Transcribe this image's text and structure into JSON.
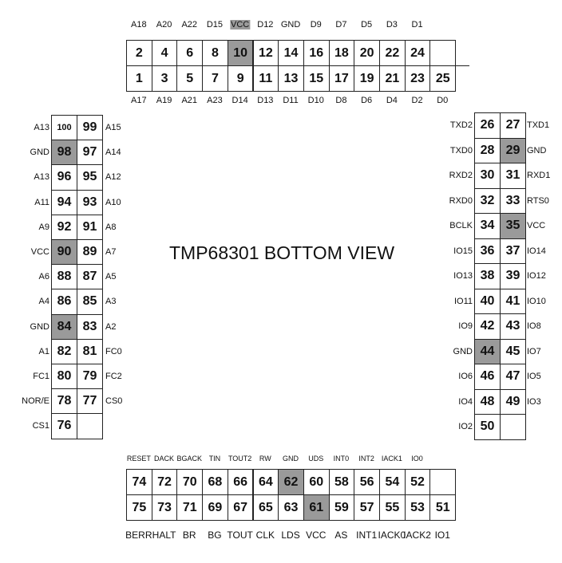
{
  "title": "TMP68301 BOTTOM VIEW",
  "shade_color": "#9a9a9a",
  "top": {
    "labels_top": [
      "A18",
      "A20",
      "A22",
      "D15",
      "VCC",
      "D12",
      "GND",
      "D9",
      "D7",
      "D5",
      "D3",
      "D1"
    ],
    "row1": [
      "2",
      "4",
      "6",
      "8",
      "10",
      "12",
      "14",
      "16",
      "18",
      "20",
      "22",
      "24",
      ""
    ],
    "row2": [
      "1",
      "3",
      "5",
      "7",
      "9",
      "11",
      "13",
      "15",
      "17",
      "19",
      "21",
      "23",
      "25"
    ],
    "labels_bottom": [
      "A17",
      "A19",
      "A21",
      "A23",
      "D14",
      "D13",
      "D11",
      "D10",
      "D8",
      "D6",
      "D4",
      "D2",
      "D0"
    ],
    "shaded_label": "VCC"
  },
  "left": {
    "rows": [
      {
        "l": "A13",
        "a": "100",
        "b": "99",
        "r": "A15"
      },
      {
        "l": "GND",
        "a": "98",
        "b": "97",
        "r": "A14"
      },
      {
        "l": "A13",
        "a": "96",
        "b": "95",
        "r": "A12"
      },
      {
        "l": "A11",
        "a": "94",
        "b": "93",
        "r": "A10"
      },
      {
        "l": "A9",
        "a": "92",
        "b": "91",
        "r": "A8"
      },
      {
        "l": "VCC",
        "a": "90",
        "b": "89",
        "r": "A7"
      },
      {
        "l": "A6",
        "a": "88",
        "b": "87",
        "r": "A5"
      },
      {
        "l": "A4",
        "a": "86",
        "b": "85",
        "r": "A3"
      },
      {
        "l": "GND",
        "a": "84",
        "b": "83",
        "r": "A2"
      },
      {
        "l": "A1",
        "a": "82",
        "b": "81",
        "r": "FC0"
      },
      {
        "l": "FC1",
        "a": "80",
        "b": "79",
        "r": "FC2"
      },
      {
        "l": "NOR/E",
        "a": "78",
        "b": "77",
        "r": "CS0"
      },
      {
        "l": "CS1",
        "a": "76",
        "b": "",
        "r": ""
      }
    ]
  },
  "right": {
    "rows": [
      {
        "l": "TXD2",
        "a": "26",
        "b": "27",
        "r": "TXD1"
      },
      {
        "l": "TXD0",
        "a": "28",
        "b": "29",
        "r": "GND"
      },
      {
        "l": "RXD2",
        "a": "30",
        "b": "31",
        "r": "RXD1"
      },
      {
        "l": "RXD0",
        "a": "32",
        "b": "33",
        "r": "RTS0"
      },
      {
        "l": "BCLK",
        "a": "34",
        "b": "35",
        "r": "VCC"
      },
      {
        "l": "IO15",
        "a": "36",
        "b": "37",
        "r": "IO14"
      },
      {
        "l": "IO13",
        "a": "38",
        "b": "39",
        "r": "IO12"
      },
      {
        "l": "IO11",
        "a": "40",
        "b": "41",
        "r": "IO10"
      },
      {
        "l": "IO9",
        "a": "42",
        "b": "43",
        "r": "IO8"
      },
      {
        "l": "GND",
        "a": "44",
        "b": "45",
        "r": "IO7"
      },
      {
        "l": "IO6",
        "a": "46",
        "b": "47",
        "r": "IO5"
      },
      {
        "l": "IO4",
        "a": "48",
        "b": "49",
        "r": "IO3"
      },
      {
        "l": "IO2",
        "a": "50",
        "b": "",
        "r": ""
      }
    ]
  },
  "bottom": {
    "labels_top": [
      "RESET",
      "DACK",
      "BGACK",
      "TIN",
      "TOUT2",
      "RW",
      "GND",
      "UDS",
      "INT0",
      "INT2",
      "IACK1",
      "IO0"
    ],
    "row1": [
      "74",
      "72",
      "70",
      "68",
      "66",
      "64",
      "62",
      "60",
      "58",
      "56",
      "54",
      "52",
      ""
    ],
    "row2": [
      "75",
      "73",
      "71",
      "69",
      "67",
      "65",
      "63",
      "61",
      "59",
      "57",
      "55",
      "53",
      "51"
    ],
    "labels_bottom": [
      "BERR",
      "HALT",
      "BR",
      "BG",
      "TOUT",
      "CLK",
      "LDS",
      "VCC",
      "AS",
      "INT1",
      "IACK0",
      "IACK2",
      "IO1"
    ]
  }
}
